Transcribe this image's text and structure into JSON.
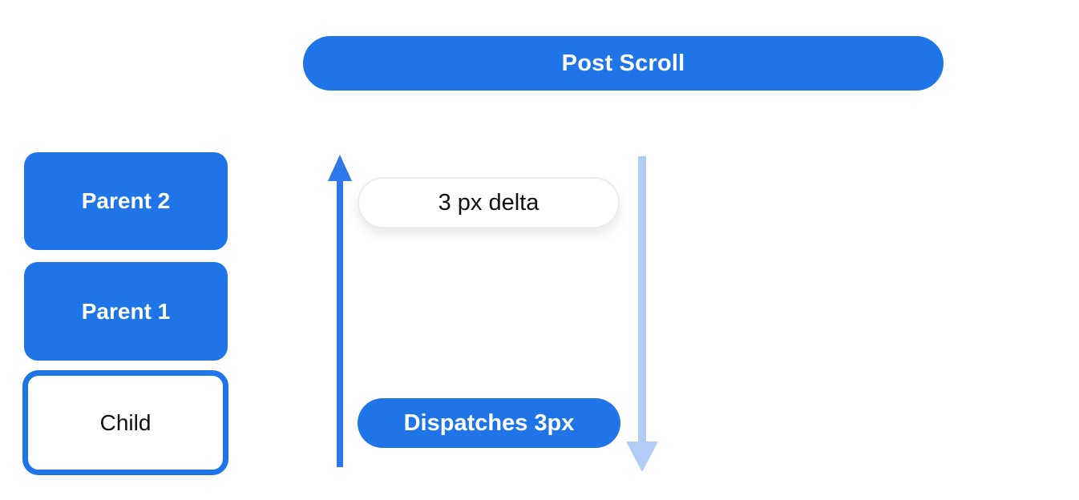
{
  "diagram": {
    "title_pill": "Post Scroll",
    "nodes": {
      "parent2_label": "Parent 2",
      "parent1_label": "Parent 1",
      "child_label": "Child"
    },
    "flow": {
      "delta_label": "3 px delta",
      "dispatch_label": "Dispatches 3px"
    },
    "arrows": [
      {
        "name": "up-arrow",
        "direction": "up",
        "color": "#2E77E8"
      },
      {
        "name": "down-arrow",
        "direction": "down",
        "color": "#B3CCF5"
      }
    ]
  },
  "colors": {
    "blue": "#1F75E8",
    "arrow_blue": "#2E77E8",
    "light_blue": "#B3CCF5",
    "ink": "#111111",
    "pill_border": "#EBEBEB",
    "background": "#FFFFFF"
  }
}
